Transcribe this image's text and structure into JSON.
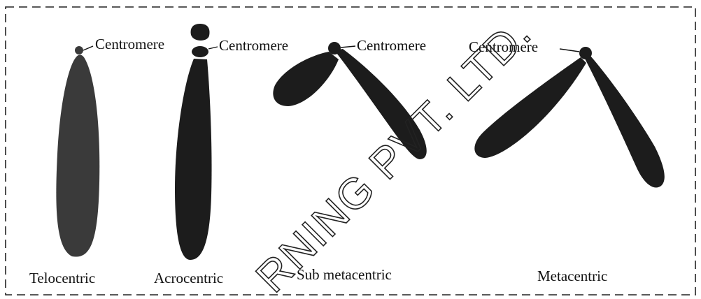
{
  "diagram": {
    "types": [
      {
        "key": "telocentric",
        "caption": "Telocentric",
        "centromere_label": "Centromere"
      },
      {
        "key": "acrocentric",
        "caption": "Acrocentric",
        "centromere_label": "Centromere"
      },
      {
        "key": "submetacentric",
        "caption": "Sub metacentric",
        "centromere_label": "Centromere"
      },
      {
        "key": "metacentric",
        "caption": "Metacentric",
        "centromere_label": "Centromere"
      }
    ],
    "watermark": "RNING PVT. LTD.",
    "colors": {
      "chromosome": "#1c1c1c",
      "telocentric": "#3a3a3a",
      "border": "#222222",
      "text": "#111111"
    }
  }
}
